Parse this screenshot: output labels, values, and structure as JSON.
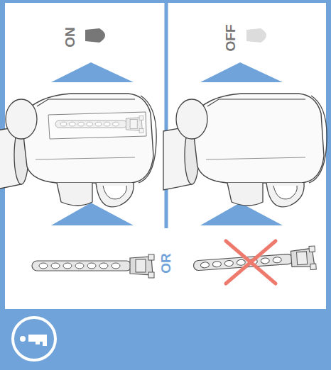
{
  "diagram": {
    "labels": [
      "ON",
      "OFF",
      "OR"
    ]
  }
}
